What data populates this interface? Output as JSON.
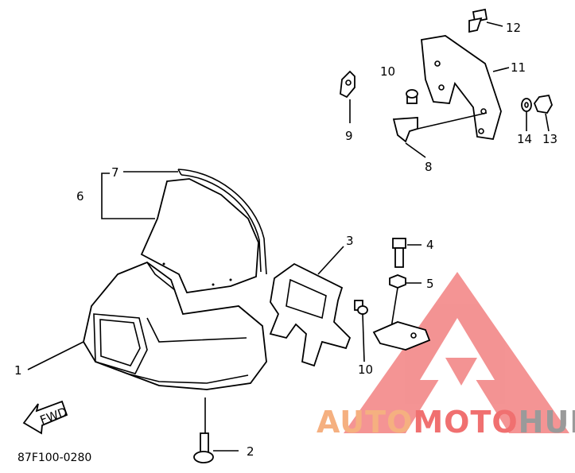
{
  "diagram": {
    "code": "87F100-0280",
    "fwd_label": "FWD",
    "callouts": [
      {
        "id": "c1",
        "label": "1"
      },
      {
        "id": "c2",
        "label": "2"
      },
      {
        "id": "c3",
        "label": "3"
      },
      {
        "id": "c4",
        "label": "4"
      },
      {
        "id": "c5",
        "label": "5"
      },
      {
        "id": "c6",
        "label": "6"
      },
      {
        "id": "c7",
        "label": "7"
      },
      {
        "id": "c8",
        "label": "8"
      },
      {
        "id": "c9",
        "label": "9"
      },
      {
        "id": "c10a",
        "label": "10"
      },
      {
        "id": "c10b",
        "label": "10"
      },
      {
        "id": "c11",
        "label": "11"
      },
      {
        "id": "c12",
        "label": "12"
      },
      {
        "id": "c13",
        "label": "13"
      },
      {
        "id": "c14",
        "label": "14"
      }
    ]
  },
  "watermark": {
    "part1": "AUTO",
    "part2": "MOTO",
    "part3": "HUB",
    "color_part1": "#f5b080",
    "color_part2": "#f07070",
    "color_part3": "#9a9a9a",
    "logo_color": "#f07070"
  }
}
